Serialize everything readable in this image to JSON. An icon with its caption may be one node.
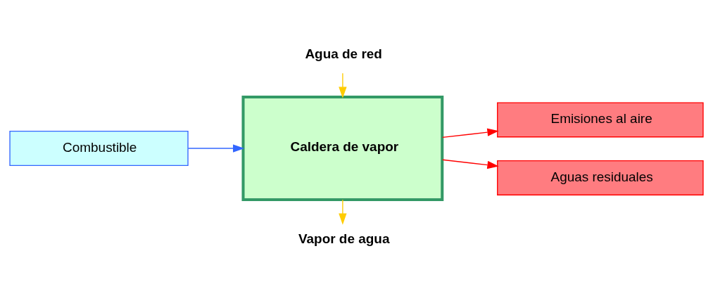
{
  "diagram": {
    "nodes": [
      {
        "text": [
          "Agua de red"
        ]
      },
      {
        "text": [
          "Combustible"
        ]
      },
      {
        "text": [
          "Caldera de vapor"
        ]
      },
      {
        "text": [
          "Emisiones al aire"
        ]
      },
      {
        "text": [
          "Aguas residuales"
        ]
      },
      {
        "text": [
          "Vapor de agua"
        ]
      }
    ],
    "edges": [
      {
        "from": 0,
        "to": 2,
        "arrow": "to",
        "color": "#ffcc00"
      },
      {
        "from": 1,
        "to": 2,
        "arrow": "to",
        "color": "#3366ff"
      },
      {
        "from": 2,
        "to": 3,
        "arrow": "to",
        "color": "#ff0000"
      },
      {
        "from": 2,
        "to": 4,
        "arrow": "to",
        "color": "#ff0000"
      },
      {
        "from": 2,
        "to": 5,
        "arrow": "to",
        "color": "#ffcc00"
      }
    ]
  }
}
